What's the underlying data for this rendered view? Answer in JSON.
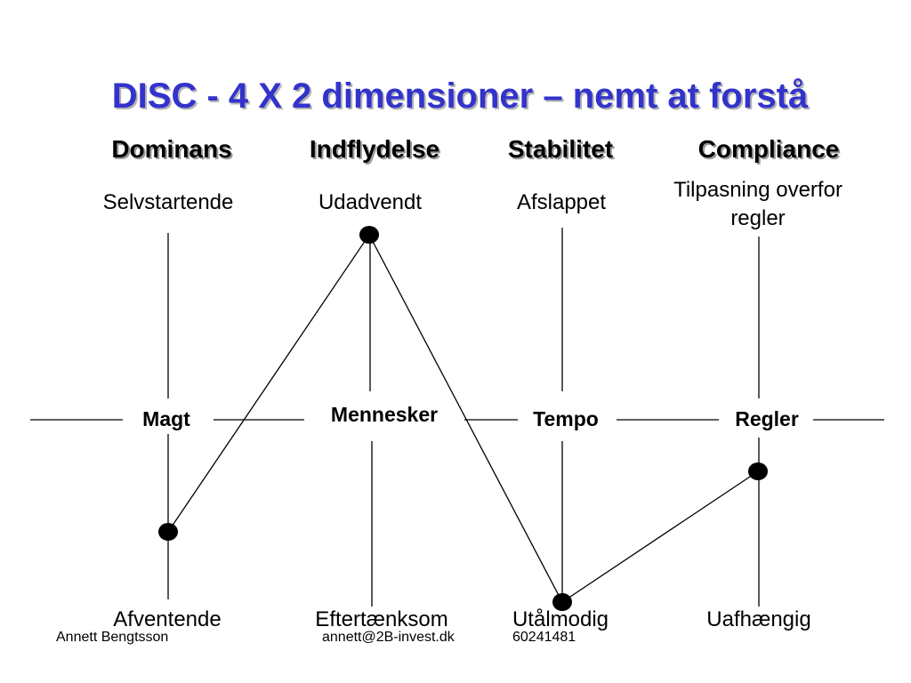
{
  "title": "DISC - 4 X 2 dimensioner – nemt at forstå",
  "dimensions": [
    {
      "header": "Dominans",
      "top_pole": "Selvstartende",
      "axis": "Magt",
      "bottom_pole": "Afventende",
      "level": "low"
    },
    {
      "header": "Indflydelse",
      "top_pole": "Udadvendt",
      "axis": "Mennesker",
      "bottom_pole": "Eftertænksom",
      "level": "high"
    },
    {
      "header": "Stabilitet",
      "top_pole": "Afslappet",
      "axis": "Tempo",
      "bottom_pole": "Utålmodig",
      "level": "low"
    },
    {
      "header": "Compliance",
      "top_pole": "Tilpasning overfor regler",
      "axis": "Regler",
      "bottom_pole": "Uafhængig",
      "level": "below-mid"
    }
  ],
  "colors": {
    "title": "#3333cc"
  },
  "footer": {
    "author": "Annett Bengtsson",
    "email": "annett@2B-invest.dk",
    "phone": "60241481"
  }
}
